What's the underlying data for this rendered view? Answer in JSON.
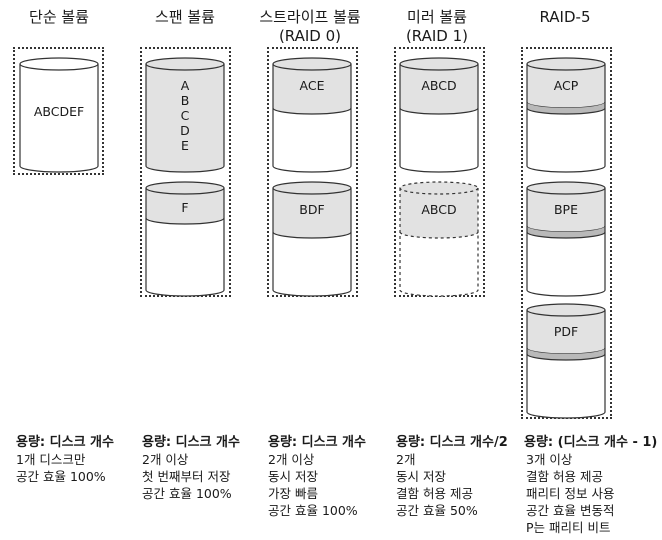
{
  "columns": [
    {
      "title": "단순 볼륨",
      "capacity": "용량: 디스크 개수",
      "notes": [
        "1개 디스크만",
        "공간 효율 100%"
      ]
    },
    {
      "title": "스팬 볼륨",
      "capacity": "용량: 디스크 개수",
      "notes": [
        "2개 이상",
        "첫 번째부터 저장",
        "공간 효율 100%"
      ]
    },
    {
      "title": "스트라이프 볼륨",
      "subtitle": "(RAID 0)",
      "capacity": "용량: 디스크 개수",
      "notes": [
        "2개 이상",
        "동시 저장",
        "가장 빠름",
        "공간 효율 100%"
      ]
    },
    {
      "title": "미러 볼륨",
      "subtitle": "(RAID 1)",
      "capacity": "용량: 디스크 개수/2",
      "notes": [
        "2개",
        "동시 저장",
        "결함 허용 제공",
        "공간 효율 50%"
      ]
    },
    {
      "title": "RAID-5",
      "capacity": "용량: (디스크 개수 - 1)",
      "notes": [
        "3개 이상",
        "결함 허용 제공",
        "패리티 정보 사용",
        "공간 효율 변동적",
        "P는 패리티 비트"
      ]
    }
  ],
  "disks": {
    "simple": [
      "ABCDEF"
    ],
    "span": [
      "A\nB\nC\nD\nE",
      "F"
    ],
    "stripe": [
      "ACE",
      "BDF"
    ],
    "mirror": [
      "ABCD",
      "ABCD"
    ],
    "raid5": [
      "ACP",
      "BPE",
      "PDF"
    ]
  },
  "colors": {
    "filled": "#e2e2e2",
    "parity": "#b9b9b9",
    "stroke": "#333333"
  }
}
